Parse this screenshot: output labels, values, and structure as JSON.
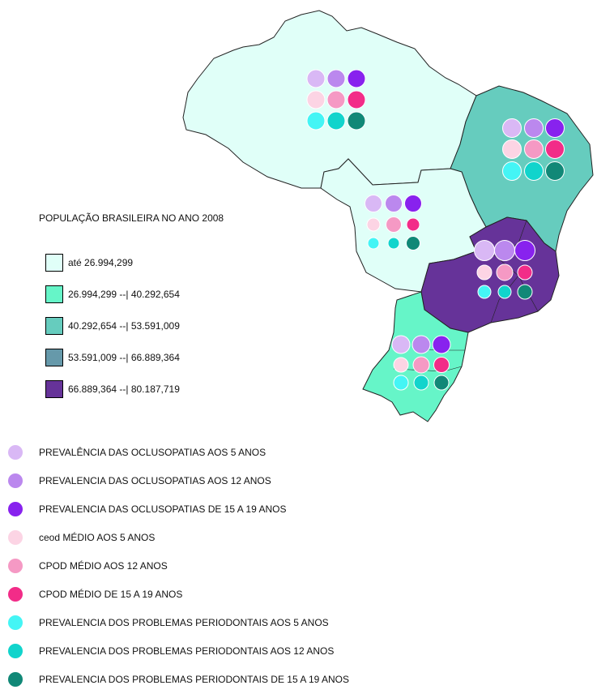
{
  "title": "POPULAÇÃO BRASILEIRA NO ANO 2008",
  "population_classes": [
    {
      "label": "até 26.994,299",
      "color": "#E0FFF8"
    },
    {
      "label": "26.994,299 --| 40.292,654",
      "color": "#66F5C8"
    },
    {
      "label": "40.292,654 --| 53.591,009",
      "color": "#66CCBE"
    },
    {
      "label": "53.591,009 --| 66.889,364",
      "color": "#6699AA"
    },
    {
      "label": "66.889,364 --| 80.187,719",
      "color": "#663399"
    }
  ],
  "indicators": [
    {
      "label": "PREVALÊNCIA DAS OCLUSOPATIAS AOS 5 ANOS",
      "color": "#D9B8F5",
      "icon": "circle-icon"
    },
    {
      "label": "PREVALENCIA DAS OCLUSOPATIAS AOS 12 ANOS",
      "color": "#BB88EE",
      "icon": "circle-icon"
    },
    {
      "label": "PREVALENCIA DAS OCLUSOPATIAS DE 15 A 19 ANOS",
      "color": "#8822EE",
      "icon": "circle-icon"
    },
    {
      "label": "ceod MÉDIO AOS 5 ANOS",
      "color": "#FCD4E4",
      "icon": "circle-icon"
    },
    {
      "label": "CPOD MÉDIO AOS 12 ANOS",
      "color": "#F599C4",
      "icon": "circle-icon"
    },
    {
      "label": "CPOD MÉDIO DE 15 A 19 ANOS",
      "color": "#F22C88",
      "icon": "circle-icon"
    },
    {
      "label": "PREVALENCIA DOS PROBLEMAS PERIODONTAIS AOS 5 ANOS",
      "color": "#44F5F5",
      "icon": "circle-icon"
    },
    {
      "label": "PREVALENCIA DOS PROBLEMAS PERIODONTAIS AOS 12 ANOS",
      "color": "#11D4CC",
      "icon": "circle-icon"
    },
    {
      "label": "PREVALENCIA DOS PROBLEMAS PERIODONTAIS DE 15 A 19 ANOS",
      "color": "#118877",
      "icon": "circle-icon"
    }
  ]
}
